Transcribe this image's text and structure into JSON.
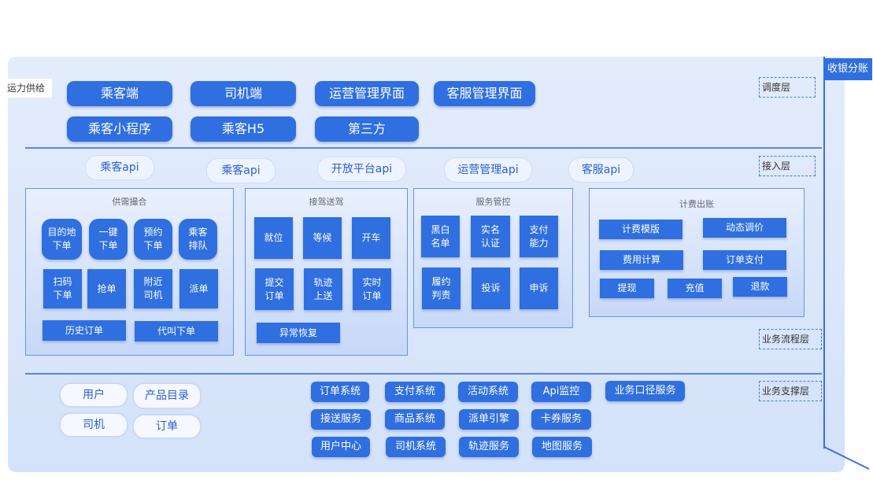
{
  "side_label": "运力供给",
  "top_buttons": [
    "乘客端",
    "司机端",
    "运营管理界面",
    "客服管理界面",
    "乘客小程序",
    "乘客H5",
    "第三方"
  ],
  "api_pills": [
    "乘客api",
    "乘客api",
    "开放平台api",
    "运营管理api",
    "客服api"
  ],
  "layers": [
    "调度层",
    "接入层",
    "业务流程层",
    "业务支撑层"
  ],
  "side_right": "收银分账",
  "panels": {
    "supply": {
      "title": "供需撮合",
      "tiles": [
        "目的地\n下单",
        "一键\n下单",
        "预约\n下单",
        "乘客\n排队",
        "扫码\n下单",
        "抢单",
        "附近\n司机",
        "派单",
        "历史订单",
        "代叫下单"
      ]
    },
    "pickup": {
      "title": "接驾送驾",
      "tiles": [
        "就位",
        "等候",
        "开车",
        "提交\n订单",
        "轨迹\n上送",
        "实时\n订单",
        "异常恢复"
      ]
    },
    "control": {
      "title": "服务管控",
      "tiles": [
        "黑白\n名单",
        "实名\n认证",
        "支付\n能力",
        "履约\n判责",
        "投诉",
        "申诉"
      ]
    },
    "billing": {
      "title": "计费出账",
      "tiles": [
        "计费模版",
        "动态调价",
        "费用计算",
        "订单支付",
        "提现",
        "充值",
        "退款"
      ]
    }
  },
  "base_items": [
    "用户",
    "产品目录",
    "司机",
    "订单"
  ],
  "services": [
    "订单系统",
    "支付系统",
    "活动系统",
    "Api监控",
    "业务口径服务",
    "接送服务",
    "商品系统",
    "派单引擎",
    "卡券服务",
    "用户中心",
    "司机系统",
    "轨迹服务",
    "地图服务"
  ]
}
